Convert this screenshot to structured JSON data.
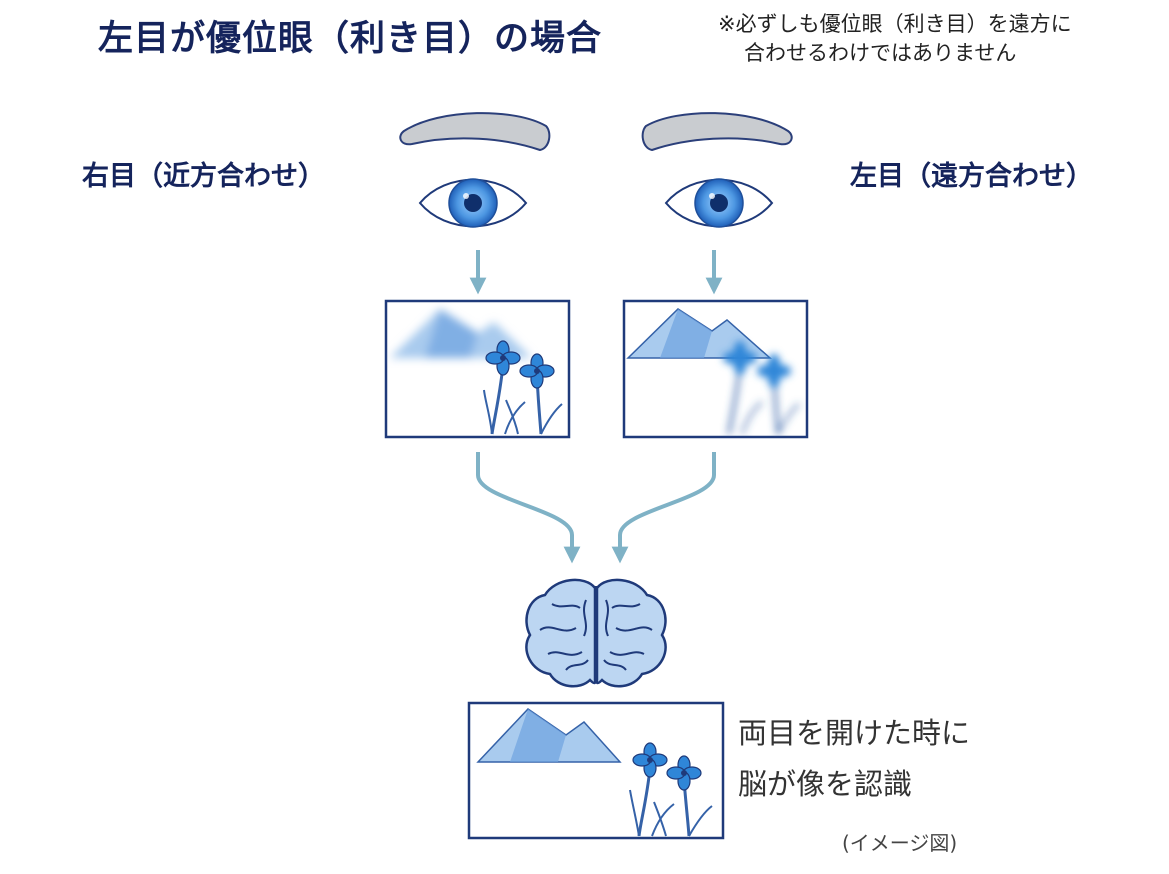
{
  "title": "左目が優位眼（利き目）の場合",
  "note": {
    "line1": "※必ずしも優位眼（利き目）を遠方に",
    "line2": "合わせるわけではありません"
  },
  "right_eye_label": "右目（近方合わせ）",
  "left_eye_label": "左目（遠方合わせ）",
  "result": {
    "line1": "両目を開けた時に",
    "line2": "脳が像を認識"
  },
  "caption": "(イメージ図)",
  "colors": {
    "title": "#15245c",
    "arrow": "#7fb2c6",
    "mountain_light": "#a9cbee",
    "mountain_dark": "#6fa3df",
    "flower": "#2f86d8",
    "outline": "#1f3a7a",
    "brain_fill": "#bcd6f2",
    "eyebrow": "#c9ccd0"
  }
}
